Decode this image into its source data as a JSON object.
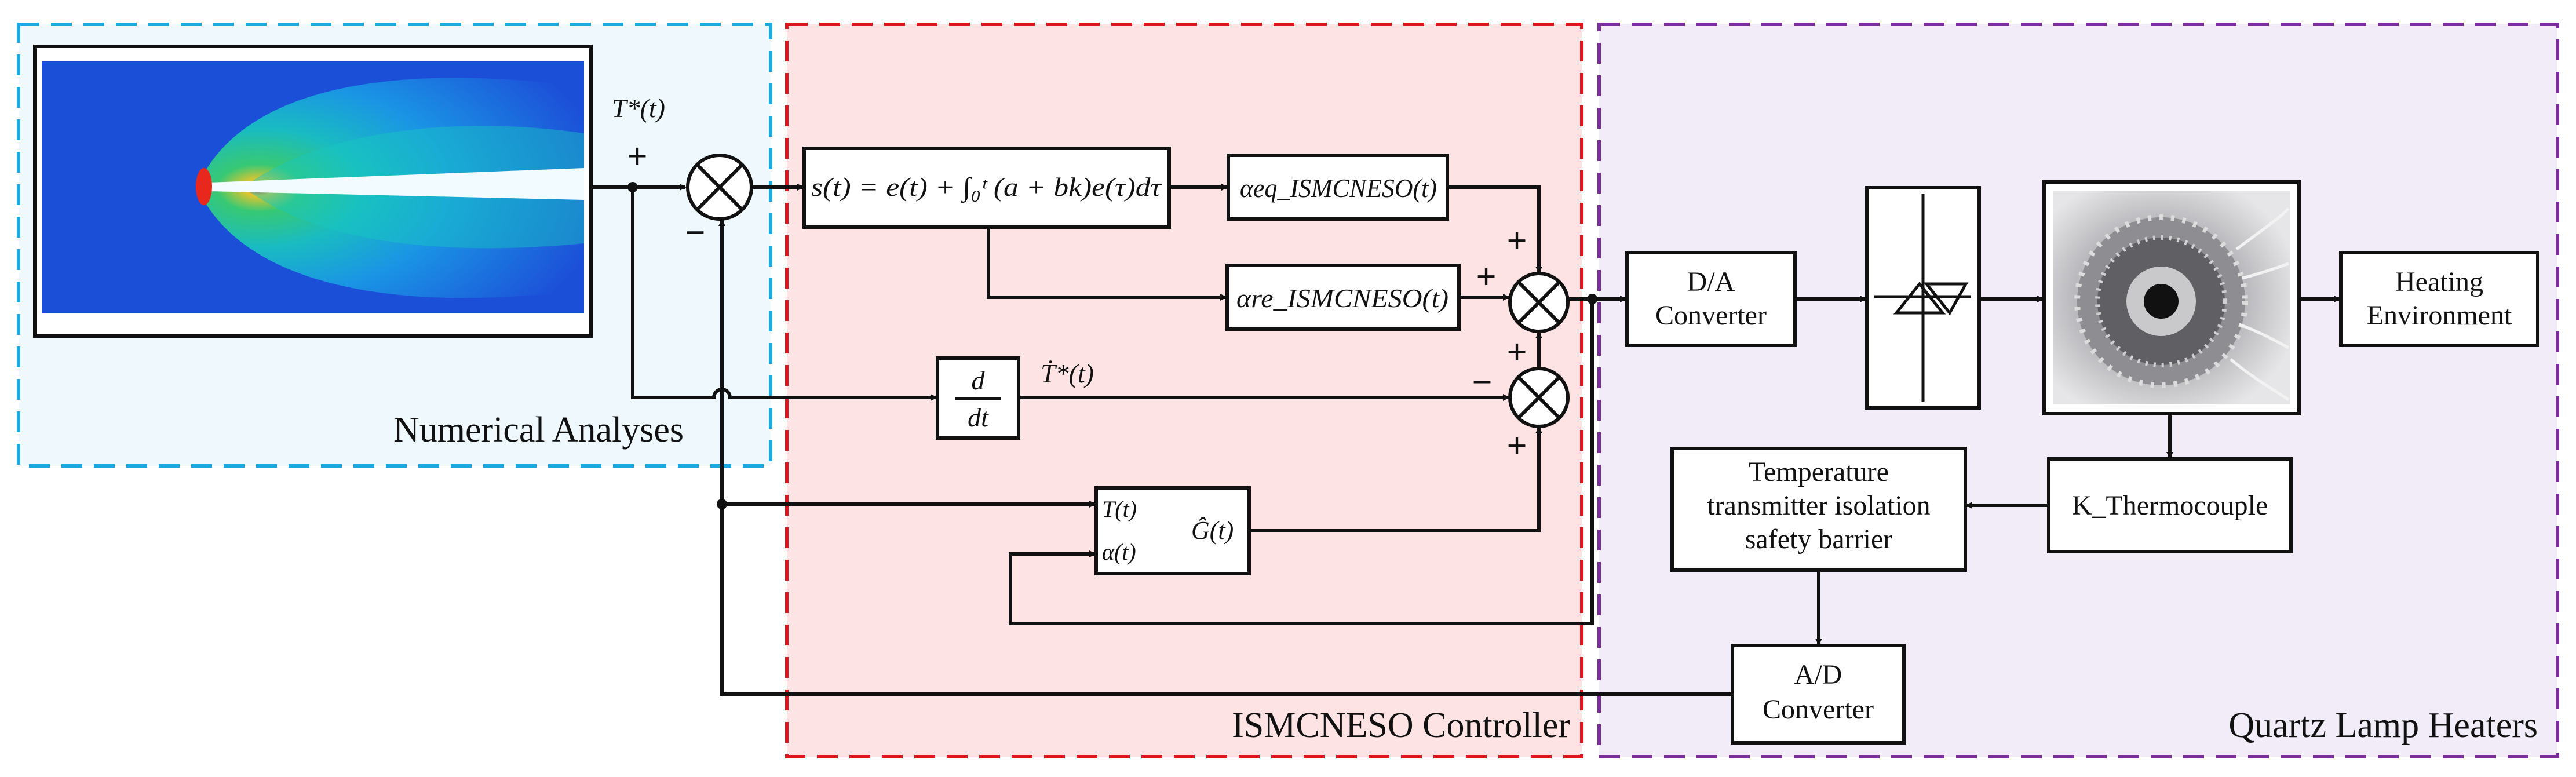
{
  "regions": {
    "numerical": {
      "label": "Numerical Analyses",
      "border": "#1ba9df",
      "fill": "#eef8fd"
    },
    "controller": {
      "label": "ISMCNESO Controller",
      "border": "#e0161e",
      "fill": "#fde3e4"
    },
    "heaters": {
      "label": "Quartz Lamp Heaters",
      "border": "#7d2e9e",
      "fill": "#f1ecf8"
    }
  },
  "signals": {
    "t_star": "T*(t)",
    "t_dot_star": "Ṫ*(t)"
  },
  "blocks": {
    "sliding_surface": "s(t) = e(t) + ∫₀ᵗ (a + bk)e(τ)dτ",
    "alpha_eq": "αeq_ISMCNESO(t)",
    "alpha_re": "αre_ISMCNESO(t)",
    "derivative_num": "d",
    "derivative_den": "dt",
    "observer_in1": "T(t)",
    "observer_in2": "α(t)",
    "observer_out": "Ĝ(t)",
    "da": [
      "D/A",
      "Converter"
    ],
    "heating": [
      "Heating",
      "Environment"
    ],
    "thermocouple": "K_Thermocouple",
    "transmitter": [
      "Temperature",
      "transmitter isolation",
      "safety barrier"
    ],
    "ad": [
      "A/D",
      "Converter"
    ]
  },
  "signs": {
    "plus": "+",
    "minus": "−"
  },
  "colors": {
    "sim_low": "#1c4fd8",
    "sim_mid": "#19c7c0",
    "sim_hot": "#e8281c"
  }
}
